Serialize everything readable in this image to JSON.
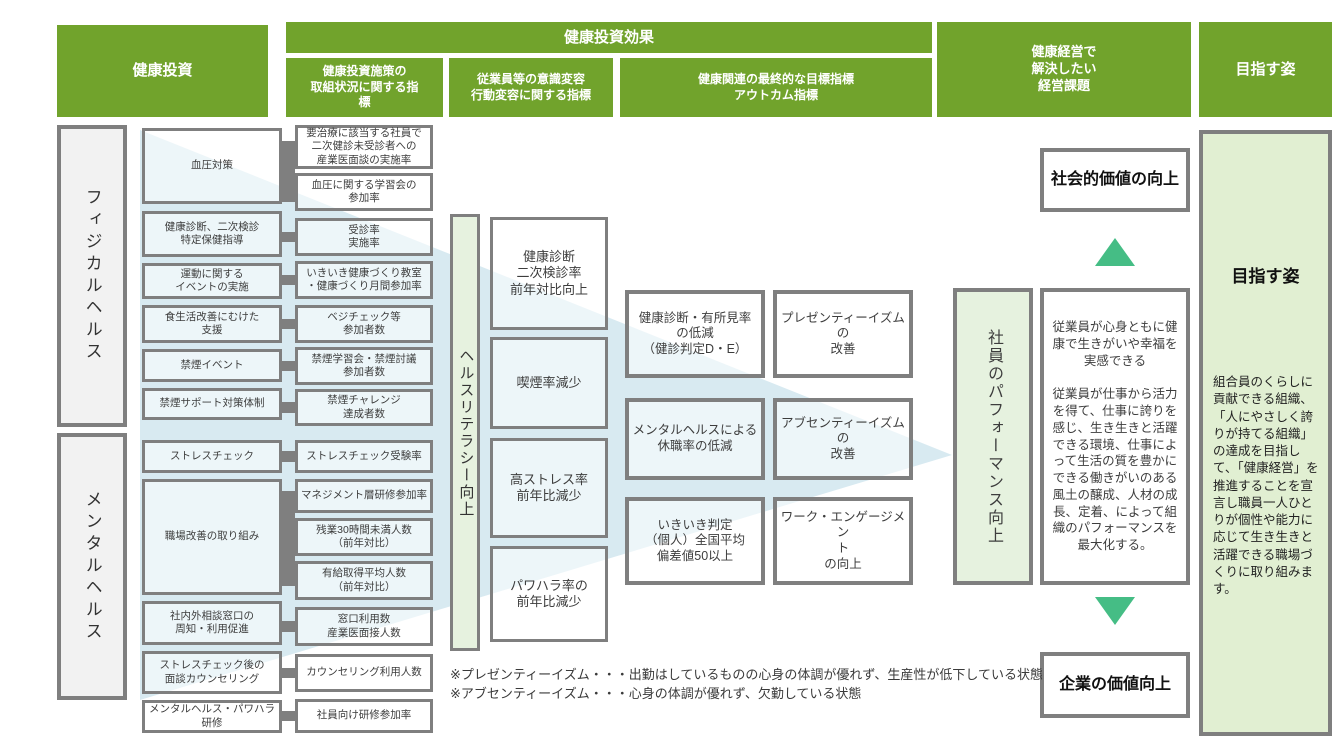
{
  "header": {
    "investment": "健康投資",
    "effect": "健康投資効果",
    "metrics_initiatives": "健康投資施策の\n取組状況に関する指\n標",
    "metrics_awareness": "従業員等の意識変容\n行動変容に関する指標",
    "metrics_outcome": "健康関連の最終的な目標指標\nアウトカム指標",
    "management_issues": "健康経営で\n解決したい\n経営課題",
    "vision": "目指す姿"
  },
  "category_labels": {
    "physical": "フィジカルヘルス",
    "mental": "メンタルヘルス"
  },
  "initiatives": [
    "血圧対策",
    "健康診断、二次検診\n特定保健指導",
    "運動に関する\nイベントの実施",
    "食生活改善にむけた\n支援",
    "禁煙イベント",
    "禁煙サポート対策体制",
    "ストレスチェック",
    "職場改善の取り組み",
    "社内外相談窓口の\n周知・利用促進",
    "ストレスチェック後の\n面談カウンセリング",
    "メンタルヘルス・パワハラ研修"
  ],
  "indicators": [
    "要治療に該当する社員で\n二次健診未受診者への\n産業医面談の実施率",
    "血圧に関する学習会の\n参加率",
    "受診率\n実施率",
    "いきいき健康づくり教室\n・健康づくり月間参加率",
    "ベジチェック等\n参加者数",
    "禁煙学習会・禁煙討議\n参加者数",
    "禁煙チャレンジ\n達成者数",
    "ストレスチェック受験率",
    "マネジメント層研修参加率",
    "残業30時間未満人数\n（前年対比）",
    "有給取得平均人数\n（前年対比）",
    "窓口利用数\n産業医面接人数",
    "カウンセリング利用人数",
    "社員向け研修参加率"
  ],
  "health_literacy": "ヘルスリテラシー向上",
  "behavior_changes": [
    "健康診断\n二次検診率\n前年対比向上",
    "喫煙率減少",
    "高ストレス率\n前年比減少",
    "パワハラ率の\n前年比減少"
  ],
  "outcome_targets": [
    "健康診断・有所見率\nの低減\n（健診判定D・E）",
    "メンタルヘルスによる\n休職率の低減",
    "いきいき判定\n（個人）全国平均\n偏差値50以上"
  ],
  "performance_outcomes": [
    "プレゼンティーイズムの\n改善",
    "アブセンティーイズムの\n改善",
    "ワーク・エンゲージメン\nト\nの向上"
  ],
  "performance_label": "社員のパフォーマンス向上",
  "management": {
    "social_value": "社会的価値の向上",
    "description": "従業員が心身ともに健康で生きがいや幸福を実感できる\n\n従業員が仕事から活力を得て、仕事に誇りを感じ、生き生きと活躍できる環境、仕事によって生活の質を豊かにできる働きがいのある風土の醸成、人材の成長、定着、によって組織のパフォーマンスを最大化する。",
    "corporate_value": "企業の価値向上"
  },
  "vision_box": {
    "title": "目指す姿",
    "body": "組合員のくらしに貢献できる組織、「人にやさしく誇りが持てる組織」の達成を目指して、「健康経営」を推進することを宣言し職員一人ひとりが個性や能力に応じて生き生きと活躍できる職場づくりに取り組みます。"
  },
  "footnotes": [
    "※プレゼンティーイズム・・・出勤はしているものの心身の体調が優れず、生産性が低下している状態",
    "※アブセンティーイズム・・・心身の体調が優れず、欠勤している状態"
  ],
  "colors": {
    "header_green": "#71A32C",
    "pale_green": "#E6F2DF",
    "vision_green": "#E1EFD2",
    "flow_blue": "#D8EAF1",
    "arrow_green": "#45BD85",
    "border_gray": "#7F7F7F",
    "category_gray": "#F2F2F2"
  }
}
